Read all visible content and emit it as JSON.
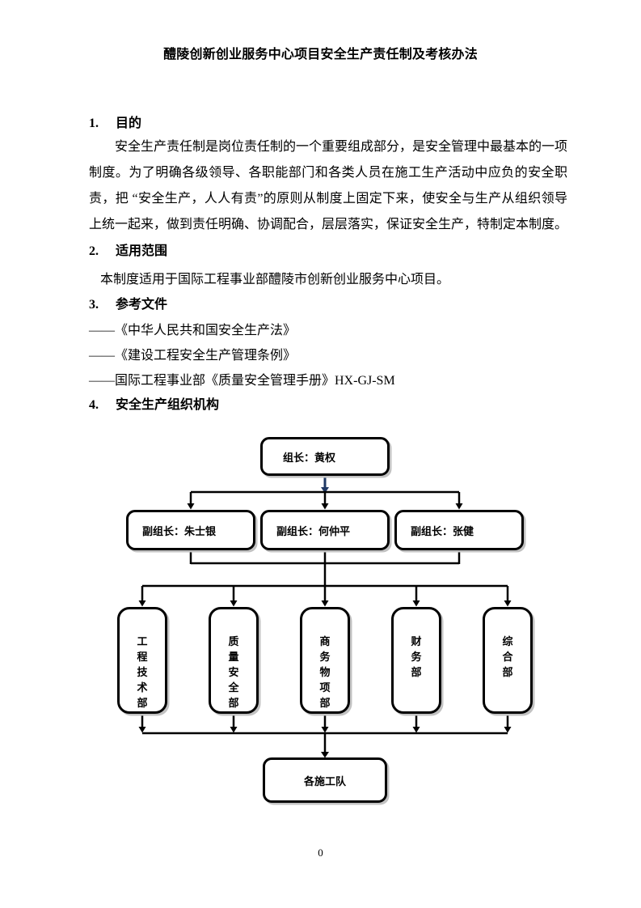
{
  "page": {
    "number": "0"
  },
  "document": {
    "title": "醴陵创新创业服务中心项目安全生产责任制及考核办法",
    "sections": [
      {
        "number": "1.",
        "heading": "目的",
        "body": "安全生产责任制是岗位责任制的一个重要组成部分，是安全管理中最基本的一项制度。为了明确各级领导、各职能部门和各类人员在施工生产活动中应负的安全职责，把 “安全生产，人人有责”的原则从制度上固定下来，使安全与生产从组织领导上统一起来，做到责任明确、协调配合，层层落实，保证安全生产，特制定本制度。"
      },
      {
        "number": "2.",
        "heading": "适用范围",
        "body": "本制度适用于国际工程事业部醴陵市创新创业服务中心项目。"
      },
      {
        "number": "3.",
        "heading": "参考文件",
        "references": [
          "——《中华人民共和国安全生产法》",
          "——《建设工程安全生产管理条例》",
          "——国际工程事业部《质量安全管理手册》HX-GJ-SM"
        ]
      },
      {
        "number": "4.",
        "heading": "安全生产组织机构"
      }
    ]
  },
  "org_chart": {
    "leader": {
      "label": "组长：黄权"
    },
    "deputies": [
      {
        "label": "副组长：朱士银"
      },
      {
        "label": "副组长：何仲平"
      },
      {
        "label": "副组长：张健"
      }
    ],
    "departments": [
      {
        "label": "工程技术部"
      },
      {
        "label": "质量安全部"
      },
      {
        "label": "商务物项部"
      },
      {
        "label": "财务部"
      },
      {
        "label": "综合部"
      }
    ],
    "teams": {
      "label": "各施工队"
    },
    "colors": {
      "box_border": "#000000",
      "connector": "#000000",
      "leader_arrow": "#1F3864",
      "box_shadow": "#c2c2c2"
    }
  }
}
